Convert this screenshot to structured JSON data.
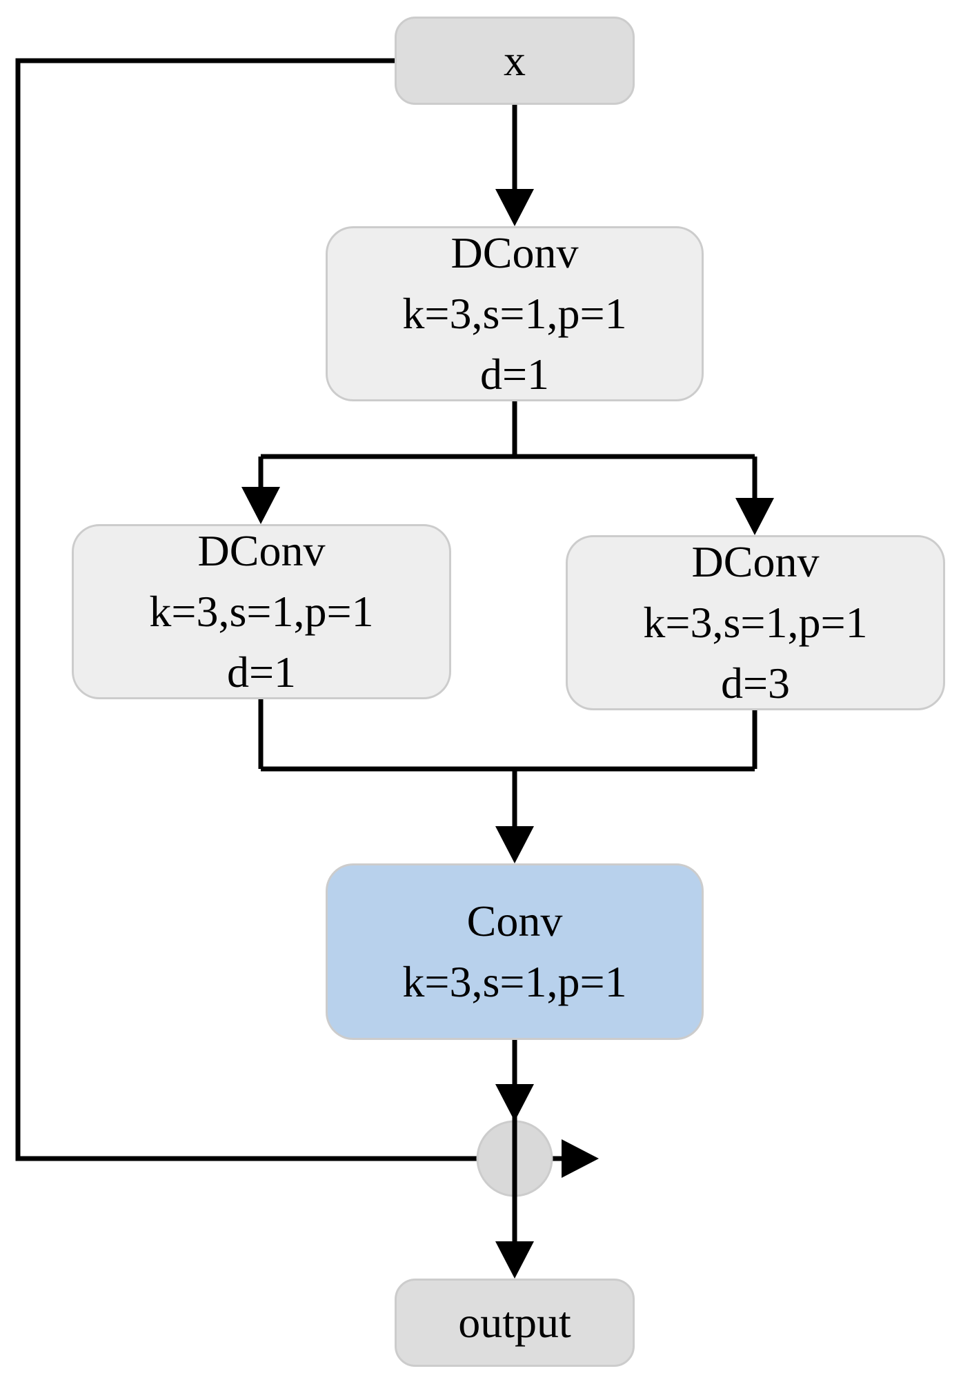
{
  "nodes": {
    "input": {
      "label": "x"
    },
    "dconv_top": {
      "name": "DConv",
      "params": "k=3,s=1,p=1",
      "dilation": "d=1"
    },
    "dconv_left": {
      "name": "DConv",
      "params": "k=3,s=1,p=1",
      "dilation": "d=1"
    },
    "dconv_right": {
      "name": "DConv",
      "params": "k=3,s=1,p=1",
      "dilation": "d=3"
    },
    "conv": {
      "name": "Conv",
      "params": "k=3,s=1,p=1"
    },
    "output": {
      "label": "output"
    }
  },
  "colors": {
    "io_fill": "#dddddd",
    "dconv_fill": "#eeeeee",
    "conv_fill": "#b8d1ec",
    "box_border": "#cccccc",
    "line": "#000000",
    "merge_fill": "#d9d9d9"
  }
}
